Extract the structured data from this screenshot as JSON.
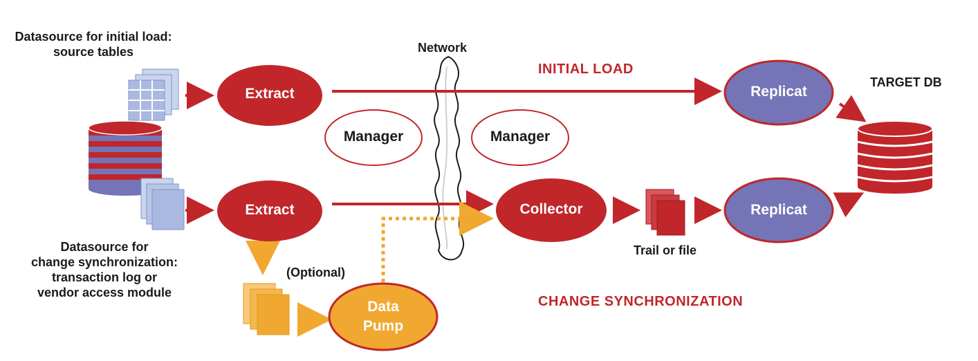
{
  "labels": {
    "datasource_initial": [
      "Datasource for initial load:",
      "source tables"
    ],
    "datasource_change": [
      "Datasource for",
      "change synchronization:",
      "transaction log or",
      "vendor access module"
    ],
    "network": "Network",
    "initial_load": "INITIAL LOAD",
    "change_sync": "CHANGE SYNCHRONIZATION",
    "target_db": "TARGET DB",
    "trail_or_file": "Trail or file",
    "optional": "(Optional)"
  },
  "nodes": {
    "extract_top": "Extract",
    "extract_bottom": "Extract",
    "manager_left": "Manager",
    "manager_right": "Manager",
    "replicat_top": "Replicat",
    "replicat_bottom": "Replicat",
    "collector": "Collector",
    "data_pump": [
      "Data",
      "Pump"
    ]
  },
  "colors": {
    "red": "#c0262a",
    "purple": "#7474b6",
    "orange": "#f0a830",
    "blue_doc": "#a9b9df"
  }
}
